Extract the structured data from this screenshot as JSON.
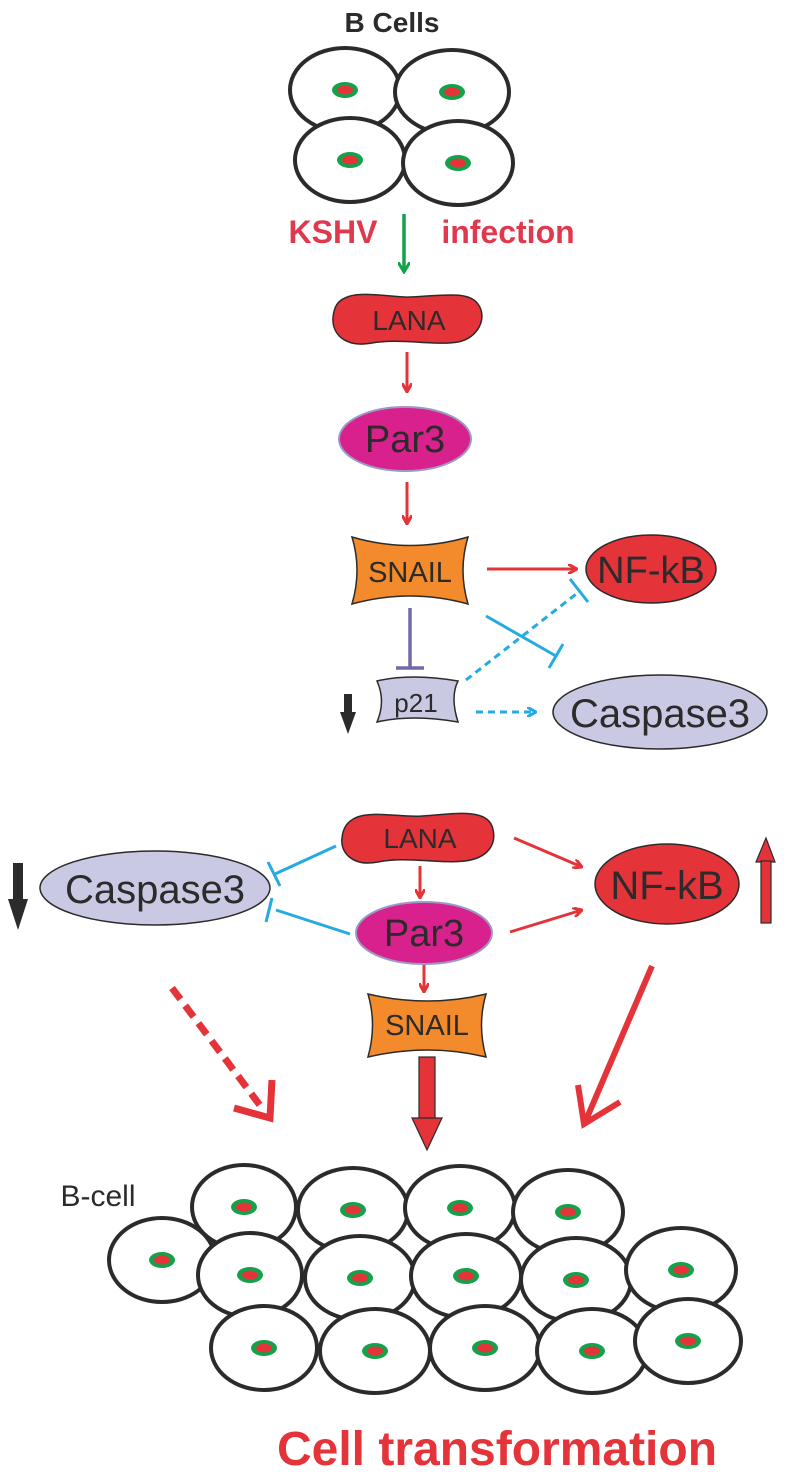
{
  "labels": {
    "top_title": "B Cells",
    "kshv": "KSHV",
    "infection": "infection",
    "bcell": "B-cell",
    "bottom_title": "Cell transformation"
  },
  "nodes": {
    "lana_top": "LANA",
    "par3_top": "Par3",
    "snail_top": "SNAIL",
    "nfkb_top": "NF-kB",
    "p21": "p21",
    "caspase3_top": "Caspase3",
    "lana_mid": "LANA",
    "caspase3_mid": "Caspase3",
    "par3_mid": "Par3",
    "nfkb_mid": "NF-kB",
    "snail_mid": "SNAIL"
  },
  "colors": {
    "red": "#e5333a",
    "magenta": "#d8218c",
    "orange": "#f38a2b",
    "lavender": "#c9c9e3",
    "blue": "#26aae1",
    "green": "#13a24a",
    "purple": "#6f6aa8",
    "label_red": "#e0394e",
    "cell_stroke": "#2b2b2b"
  }
}
